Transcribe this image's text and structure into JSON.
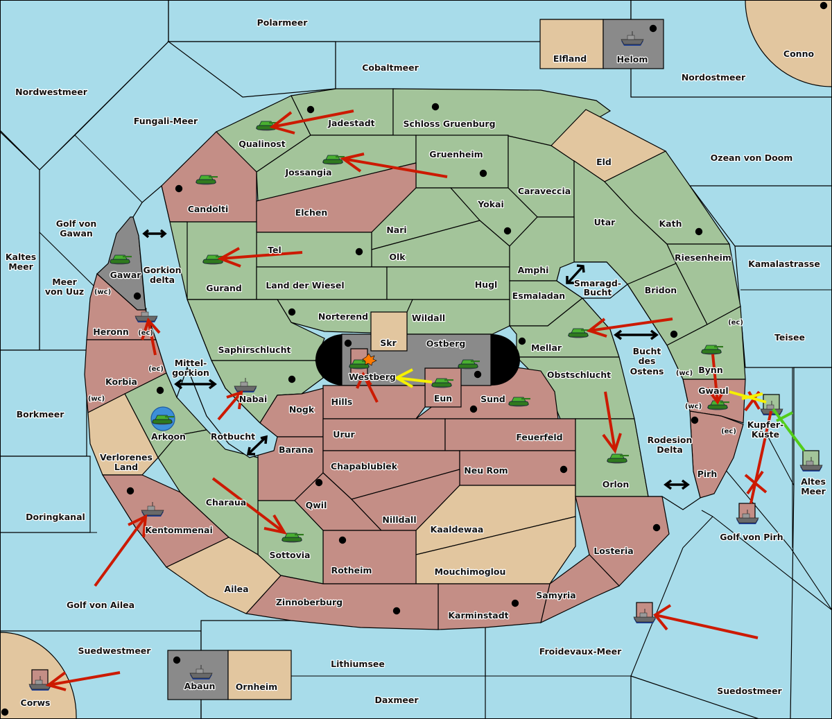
{
  "map": {
    "title": "Diplomacy-style game map",
    "colors": {
      "sea": "#a8dcea",
      "green_power": "#a3c49a",
      "red_power": "#c48e86",
      "neutral": "#e2c69f",
      "grey_power": "#8a8a8a",
      "move_order": "#cc1a00",
      "support_order": "#f5f000",
      "convoy_order": "#52cc1a",
      "arkoon_highlight": "#3c8fd8"
    },
    "seas": [
      "Polarmeer",
      "Cobaltmeer",
      "Nordwestmeer",
      "Fungali-Meer",
      "Nordostmeer",
      "Ozean von Doom",
      "Golf von Gawan",
      "Kaltes Meer",
      "Meer von Uuz",
      "Gorkion delta",
      "Mittel-gorkion",
      "Borkmeer",
      "Rotbucht",
      "Doringkanal",
      "Golf von Ailea",
      "Suedwestmeer",
      "Lithiumsee",
      "Daxmeer",
      "Froidevaux-Meer",
      "Suedostmeer",
      "Golf von Pirh",
      "Altes Meer",
      "Kupfer-Küste",
      "Teisee",
      "Kamalastrasse",
      "Rodesion Delta",
      "Bucht des Ostens",
      "Smaragd-Bucht"
    ],
    "provinces": {
      "green": [
        "Qualinost",
        "Jadestadt",
        "Schloss Gruenburg",
        "Jossangia",
        "Gruenheim",
        "Caraveccia",
        "Yokai",
        "Nari",
        "Olk",
        "Tel",
        "Gurand",
        "Land der Wiesel",
        "Hugl",
        "Amphi",
        "Esmaladan",
        "Utar",
        "Kath",
        "Riesenheim",
        "Bridon",
        "Norterend",
        "Wildall",
        "Saphirschlucht",
        "Nabai",
        "Mellar",
        "Obstschlucht",
        "Orlon",
        "Bynn",
        "Arkoon",
        "Charaua",
        "Sottovia"
      ],
      "red": [
        "Candolti",
        "Elchen",
        "Heronn",
        "Korbia",
        "Kentommenai",
        "Nogk",
        "Barana",
        "Hills",
        "Urur",
        "Chapablublek",
        "Qwil",
        "Nilldall",
        "Rotheim",
        "Zinnoberburg",
        "Karminstadt",
        "Samyria",
        "Losteria",
        "Sund",
        "Eun",
        "Feuerfeld",
        "Neu Rom",
        "Gwaul",
        "Pirh"
      ],
      "neutral": [
        "Elfland",
        "Conno",
        "Eld",
        "Skr",
        "Verlorenes Land",
        "Ailea",
        "Kaaldewaa",
        "Mouchimoglou",
        "Ornheim",
        "Corws"
      ],
      "grey": [
        "Helom",
        "Gawar",
        "Ostberg",
        "Abaun"
      ],
      "mixed": [
        "Westberg"
      ]
    },
    "coast_tags": [
      "(wc)",
      "(ec)"
    ],
    "units": [
      {
        "type": "army",
        "power": "green",
        "province": "Qualinost"
      },
      {
        "type": "army",
        "power": "green",
        "province": "Jossangia"
      },
      {
        "type": "army",
        "power": "green",
        "province": "Candolti"
      },
      {
        "type": "army",
        "power": "green",
        "province": "Gurand"
      },
      {
        "type": "army",
        "power": "green",
        "province": "Gawar"
      },
      {
        "type": "fleet",
        "power": "grey",
        "province": "Heronn (ec)"
      },
      {
        "type": "army",
        "power": "green",
        "province": "Arkoon",
        "highlight": "blue-circle"
      },
      {
        "type": "fleet",
        "power": "grey",
        "province": "Nabai"
      },
      {
        "type": "fleet",
        "power": "grey",
        "province": "Kentommenai"
      },
      {
        "type": "army",
        "power": "green",
        "province": "Sottovia"
      },
      {
        "type": "army",
        "power": "green",
        "province": "Westberg",
        "status": "dislodged"
      },
      {
        "type": "army",
        "power": "green",
        "province": "Ostberg"
      },
      {
        "type": "army",
        "power": "green",
        "province": "Eun"
      },
      {
        "type": "army",
        "power": "green",
        "province": "Sund"
      },
      {
        "type": "army",
        "power": "green",
        "province": "Mellar"
      },
      {
        "type": "army",
        "power": "green",
        "province": "Orlon"
      },
      {
        "type": "army",
        "power": "green",
        "province": "Bynn"
      },
      {
        "type": "army",
        "power": "green",
        "province": "Gwaul"
      },
      {
        "type": "fleet",
        "power": "grey",
        "province": "Helom"
      },
      {
        "type": "fleet",
        "power": "grey",
        "province": "Abaun"
      },
      {
        "type": "fleet",
        "power": "red",
        "province": "Corws"
      },
      {
        "type": "fleet",
        "power": "green",
        "province": "Kupfer-Küste"
      },
      {
        "type": "fleet",
        "power": "green",
        "province": "Altes Meer"
      },
      {
        "type": "fleet",
        "power": "red",
        "province": "Golf von Pirh"
      },
      {
        "type": "fleet",
        "power": "red",
        "province": "Froidevaux-Meer"
      }
    ],
    "orders": [
      {
        "kind": "move",
        "from": "Jadestadt",
        "to": "Qualinost",
        "status": "ok"
      },
      {
        "kind": "move",
        "from": "Gruenheim",
        "to": "Jossangia",
        "status": "ok"
      },
      {
        "kind": "move",
        "from": "Tel",
        "to": "Gurand",
        "status": "ok"
      },
      {
        "kind": "move",
        "from": "Bridon",
        "to": "Mellar",
        "status": "ok"
      },
      {
        "kind": "move",
        "from": "Obstschlucht",
        "to": "Orlon",
        "status": "ok"
      },
      {
        "kind": "move",
        "from": "Charaua",
        "to": "Sottovia",
        "status": "ok"
      },
      {
        "kind": "move",
        "from": "Golf von Ailea",
        "to": "Kentommenai",
        "status": "ok"
      },
      {
        "kind": "move",
        "from": "Mittel-gorkion",
        "to": "Nabai",
        "status": "ok"
      },
      {
        "kind": "move",
        "from": "Korbia",
        "to": "Heronn",
        "status": "ok"
      },
      {
        "kind": "move",
        "from": "Hills",
        "to": "Westberg",
        "status": "ok"
      },
      {
        "kind": "move",
        "from": "Suedwestmeer",
        "to": "Corws",
        "status": "ok"
      },
      {
        "kind": "move",
        "from": "Suedostmeer",
        "to": "Froidevaux-Meer",
        "status": "ok"
      },
      {
        "kind": "move",
        "from": "Bynn",
        "to": "Gwaul",
        "status": "ok"
      },
      {
        "kind": "move",
        "from": "Golf von Pirh",
        "to": "Kupfer-Küste",
        "status": "failed"
      },
      {
        "kind": "support",
        "from": "Eun",
        "to": "Westberg",
        "status": "ok"
      },
      {
        "kind": "support",
        "from": "Kupfer-Küste",
        "to": "Gwaul",
        "status": "failed"
      },
      {
        "kind": "convoy",
        "from": "Altes Meer",
        "to": "Kupfer-Küste",
        "status": "ok"
      }
    ]
  }
}
